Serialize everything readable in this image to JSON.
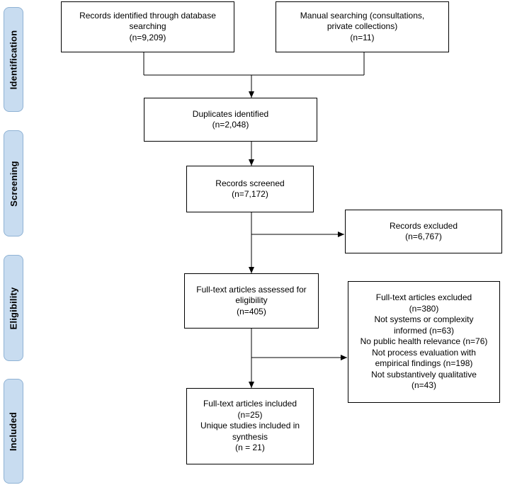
{
  "stages": {
    "identification": "Identification",
    "screening": "Screening",
    "eligibility": "Eligibility",
    "included": "Included"
  },
  "boxes": {
    "database": {
      "line1": "Records identified through database",
      "line2": "searching",
      "line3": "(n=9,209)"
    },
    "manual": {
      "line1": "Manual searching (consultations,",
      "line2": "private collections)",
      "line3": "(n=11)"
    },
    "duplicates": {
      "line1": "Duplicates identified",
      "line2": "(n=2,048)"
    },
    "screened": {
      "line1": "Records screened",
      "line2": "(n=7,172)"
    },
    "excluded": {
      "line1": "Records excluded",
      "line2": "(n=6,767)"
    },
    "fulltext": {
      "line1": "Full-text articles assessed for",
      "line2": "eligibility",
      "line3": "(n=405)"
    },
    "fulltext_excluded": {
      "line1": "Full-text articles excluded",
      "line2": "(n=380)",
      "line3": "Not systems or complexity",
      "line4": "informed (n=63)",
      "line5": "No public health relevance (n=76)",
      "line6": "Not process evaluation with",
      "line7": "empirical findings (n=198)",
      "line8": "Not substantively qualitative",
      "line9": "(n=43)"
    },
    "included": {
      "line1": "Full-text articles included",
      "line2": "(n=25)",
      "line3": "Unique studies included in",
      "line4": "synthesis",
      "line5": "(n = 21)"
    }
  },
  "colors": {
    "stage_fill": "#c8dcf0",
    "stage_border": "#8fb2d4",
    "line": "#000000"
  }
}
